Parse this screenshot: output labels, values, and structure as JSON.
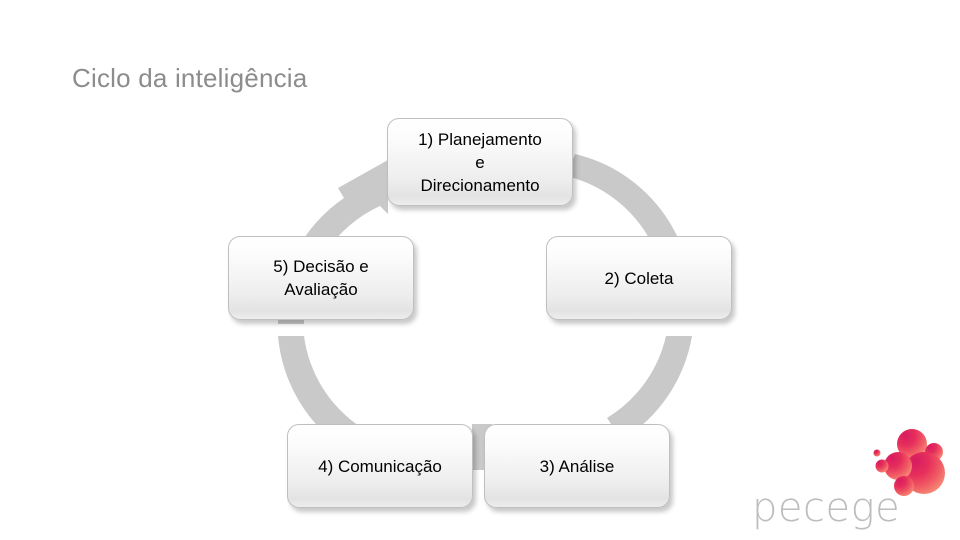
{
  "slide": {
    "title": "Ciclo da inteligência",
    "title_color": "#8c8c8c",
    "background_color": "#ffffff"
  },
  "diagram": {
    "name": "intelligence-cycle",
    "type": "cycle",
    "ring_color": "#c9c9c9",
    "direction": "clockwise",
    "steps": [
      {
        "number": "1)",
        "label": "1) Planejamento e Direcionamento",
        "line1": "1) Planejamento",
        "line2": "e",
        "line3": "Direcionamento",
        "position": "top"
      },
      {
        "number": "2)",
        "label": "2) Coleta",
        "line1": "2) Coleta",
        "position": "right"
      },
      {
        "number": "3)",
        "label": "3) Análise",
        "line1": "3) Análise",
        "position": "bottom-right"
      },
      {
        "number": "4)",
        "label": "4) Comunicação",
        "line1": "4) Comunicação",
        "position": "bottom-left"
      },
      {
        "number": "5)",
        "label": "5) Decisão e Avaliação",
        "line1": "5) Decisão e",
        "line2": "Avaliação",
        "position": "left"
      }
    ]
  },
  "logo": {
    "wordmark": "pecege",
    "wordmark_color": "#bdbdbd",
    "mark_colors": [
      "#c2185b",
      "#e0245e",
      "#ef4b6b",
      "#f2766f",
      "#f59183"
    ]
  }
}
